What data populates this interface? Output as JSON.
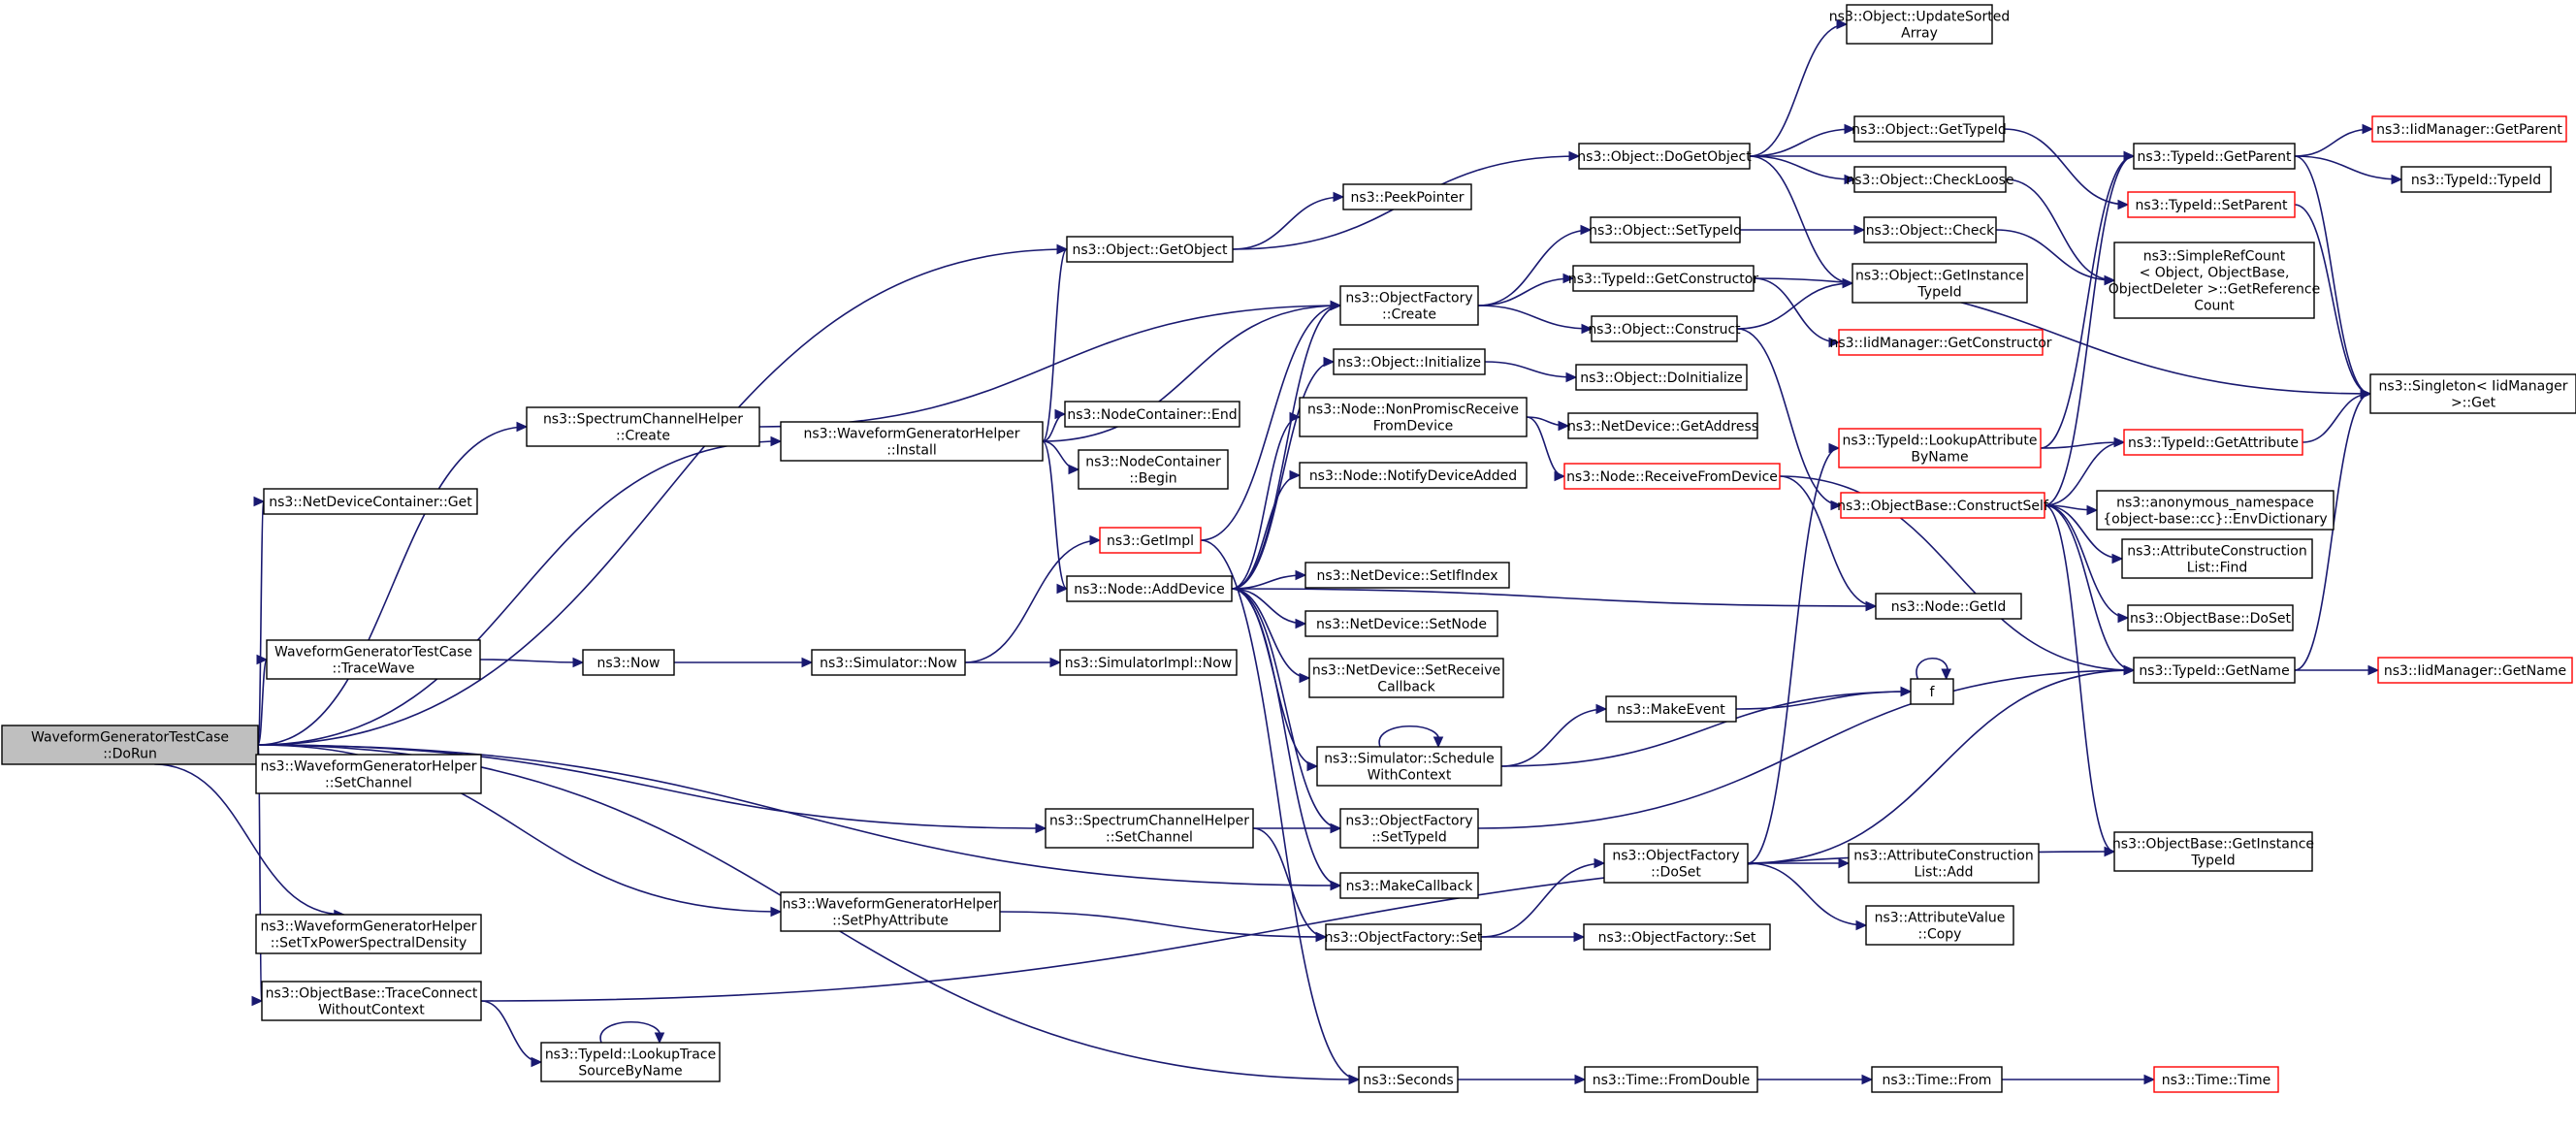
{
  "graph": {
    "colors": {
      "edge": "#191970",
      "node_border": "#000000",
      "incomplete_border": "#ff0000",
      "root_fill": "#bfbfbf"
    },
    "nodes": [
      {
        "id": "root",
        "lines": [
          "WaveformGeneratorTestCase",
          "::DoRun"
        ],
        "style": "root"
      },
      {
        "id": "ndc_get",
        "lines": [
          "ns3::NetDeviceContainer::Get"
        ]
      },
      {
        "id": "sch_create",
        "lines": [
          "ns3::SpectrumChannelHelper",
          "::Create"
        ]
      },
      {
        "id": "tracewave",
        "lines": [
          "WaveformGeneratorTestCase",
          "::TraceWave"
        ]
      },
      {
        "id": "wgh_setchannel",
        "lines": [
          "ns3::WaveformGeneratorHelper",
          "::SetChannel"
        ]
      },
      {
        "id": "wgh_settxpsd",
        "lines": [
          "ns3::WaveformGeneratorHelper",
          "::SetTxPowerSpectralDensity"
        ]
      },
      {
        "id": "ob_traceconnect",
        "lines": [
          "ns3::ObjectBase::TraceConnect",
          "WithoutContext"
        ]
      },
      {
        "id": "tid_lookuptrace",
        "lines": [
          "ns3::TypeId::LookupTrace",
          "SourceByName"
        ]
      },
      {
        "id": "wgh_install",
        "lines": [
          "ns3::WaveformGeneratorHelper",
          "::Install"
        ]
      },
      {
        "id": "now",
        "lines": [
          "ns3::Now"
        ]
      },
      {
        "id": "sim_now",
        "lines": [
          "ns3::Simulator::Now"
        ]
      },
      {
        "id": "simimpl_now",
        "lines": [
          "ns3::SimulatorImpl::Now"
        ]
      },
      {
        "id": "sch_setchannel",
        "lines": [
          "ns3::SpectrumChannelHelper",
          "::SetChannel"
        ]
      },
      {
        "id": "wgh_setphyattr",
        "lines": [
          "ns3::WaveformGeneratorHelper",
          "::SetPhyAttribute"
        ]
      },
      {
        "id": "obj_getobject",
        "lines": [
          "ns3::Object::GetObject"
        ]
      },
      {
        "id": "peekpointer",
        "lines": [
          "ns3::PeekPointer"
        ]
      },
      {
        "id": "nc_end",
        "lines": [
          "ns3::NodeContainer::End"
        ]
      },
      {
        "id": "nc_begin",
        "lines": [
          "ns3::NodeContainer",
          "::Begin"
        ]
      },
      {
        "id": "getimpl",
        "lines": [
          "ns3::GetImpl"
        ],
        "style": "red"
      },
      {
        "id": "node_adddevice",
        "lines": [
          "ns3::Node::AddDevice"
        ]
      },
      {
        "id": "of_create",
        "lines": [
          "ns3::ObjectFactory",
          "::Create"
        ]
      },
      {
        "id": "obj_initialize",
        "lines": [
          "ns3::Object::Initialize"
        ]
      },
      {
        "id": "node_nonpromisc",
        "lines": [
          "ns3::Node::NonPromiscReceive",
          "FromDevice"
        ]
      },
      {
        "id": "node_notifydevice",
        "lines": [
          "ns3::Node::NotifyDeviceAdded"
        ]
      },
      {
        "id": "nd_setifindex",
        "lines": [
          "ns3::NetDevice::SetIfIndex"
        ]
      },
      {
        "id": "nd_setnode",
        "lines": [
          "ns3::NetDevice::SetNode"
        ]
      },
      {
        "id": "nd_setreceivecb",
        "lines": [
          "ns3::NetDevice::SetReceive",
          "Callback"
        ]
      },
      {
        "id": "sim_schedule",
        "lines": [
          "ns3::Simulator::Schedule",
          "WithContext"
        ]
      },
      {
        "id": "of_settypeid",
        "lines": [
          "ns3::ObjectFactory",
          "::SetTypeId"
        ]
      },
      {
        "id": "makecallback",
        "lines": [
          "ns3::MakeCallback"
        ]
      },
      {
        "id": "of_set",
        "lines": [
          "ns3::ObjectFactory::Set"
        ]
      },
      {
        "id": "seconds",
        "lines": [
          "ns3::Seconds"
        ]
      },
      {
        "id": "obj_dogetobject",
        "lines": [
          "ns3::Object::DoGetObject"
        ]
      },
      {
        "id": "obj_settypeid",
        "lines": [
          "ns3::Object::SetTypeId"
        ]
      },
      {
        "id": "tid_getconstructor",
        "lines": [
          "ns3::TypeId::GetConstructor"
        ]
      },
      {
        "id": "obj_construct",
        "lines": [
          "ns3::Object::Construct"
        ]
      },
      {
        "id": "obj_doinitialize",
        "lines": [
          "ns3::Object::DoInitialize"
        ]
      },
      {
        "id": "nd_getaddress",
        "lines": [
          "ns3::NetDevice::GetAddress"
        ]
      },
      {
        "id": "node_receivefromdevice",
        "lines": [
          "ns3::Node::ReceiveFromDevice"
        ],
        "style": "red"
      },
      {
        "id": "makeevent",
        "lines": [
          "ns3::MakeEvent"
        ]
      },
      {
        "id": "of_doset",
        "lines": [
          "ns3::ObjectFactory",
          "::DoSet"
        ]
      },
      {
        "id": "of_set2",
        "lines": [
          "ns3::ObjectFactory::Set"
        ]
      },
      {
        "id": "time_fromdouble",
        "lines": [
          "ns3::Time::FromDouble"
        ]
      },
      {
        "id": "obj_updatesorted",
        "lines": [
          "ns3::Object::UpdateSorted",
          "Array"
        ]
      },
      {
        "id": "obj_gettypeid",
        "lines": [
          "ns3::Object::GetTypeId"
        ]
      },
      {
        "id": "obj_checkloose",
        "lines": [
          "ns3::Object::CheckLoose"
        ]
      },
      {
        "id": "obj_check",
        "lines": [
          "ns3::Object::Check"
        ]
      },
      {
        "id": "obj_getinstancetid",
        "lines": [
          "ns3::Object::GetInstance",
          "TypeId"
        ]
      },
      {
        "id": "iidm_getconstructor",
        "lines": [
          "ns3::IidManager::GetConstructor"
        ],
        "style": "red"
      },
      {
        "id": "tid_lookupattr",
        "lines": [
          "ns3::TypeId::LookupAttribute",
          "ByName"
        ],
        "style": "red"
      },
      {
        "id": "ob_constructself",
        "lines": [
          "ns3::ObjectBase::ConstructSelf"
        ],
        "style": "red"
      },
      {
        "id": "node_getid",
        "lines": [
          "ns3::Node::GetId"
        ]
      },
      {
        "id": "f",
        "lines": [
          "f"
        ]
      },
      {
        "id": "attrcons_add",
        "lines": [
          "ns3::AttributeConstruction",
          "List::Add"
        ]
      },
      {
        "id": "attrval_copy",
        "lines": [
          "ns3::AttributeValue",
          "::Copy"
        ]
      },
      {
        "id": "time_from",
        "lines": [
          "ns3::Time::From"
        ]
      },
      {
        "id": "time_time",
        "lines": [
          "ns3::Time::Time"
        ],
        "style": "red"
      },
      {
        "id": "tid_getparent",
        "lines": [
          "ns3::TypeId::GetParent"
        ]
      },
      {
        "id": "tid_setparent",
        "lines": [
          "ns3::TypeId::SetParent"
        ],
        "style": "red"
      },
      {
        "id": "simplerefcount",
        "lines": [
          "ns3::SimpleRefCount",
          "< Object, ObjectBase,",
          "ObjectDeleter >::GetReference",
          "Count"
        ]
      },
      {
        "id": "tid_getattribute",
        "lines": [
          "ns3::TypeId::GetAttribute"
        ],
        "style": "red"
      },
      {
        "id": "anon_envdict",
        "lines": [
          "ns3::anonymous_namespace",
          "{object-base::cc}::EnvDictionary"
        ]
      },
      {
        "id": "attrcons_find",
        "lines": [
          "ns3::AttributeConstruction",
          "List::Find"
        ]
      },
      {
        "id": "ob_doset",
        "lines": [
          "ns3::ObjectBase::DoSet"
        ]
      },
      {
        "id": "tid_getname",
        "lines": [
          "ns3::TypeId::GetName"
        ]
      },
      {
        "id": "ob_getinstancetid",
        "lines": [
          "ns3::ObjectBase::GetInstance",
          "TypeId"
        ]
      },
      {
        "id": "iidm_getparent",
        "lines": [
          "ns3::IidManager::GetParent"
        ],
        "style": "red"
      },
      {
        "id": "tid_typeid",
        "lines": [
          "ns3::TypeId::TypeId"
        ]
      },
      {
        "id": "singleton_get",
        "lines": [
          "ns3::Singleton< IidManager",
          ">::Get"
        ]
      },
      {
        "id": "iidm_getname",
        "lines": [
          "ns3::IidManager::GetName"
        ],
        "style": "red"
      }
    ],
    "edges": [
      [
        "root",
        "obj_getobject"
      ],
      [
        "root",
        "sch_create"
      ],
      [
        "root",
        "ndc_get"
      ],
      [
        "root",
        "wgh_install"
      ],
      [
        "root",
        "tracewave"
      ],
      [
        "root",
        "wgh_setchannel"
      ],
      [
        "root",
        "sch_setchannel"
      ],
      [
        "root",
        "wgh_settxpsd"
      ],
      [
        "root",
        "wgh_setphyattr"
      ],
      [
        "root",
        "ob_traceconnect"
      ],
      [
        "root",
        "seconds"
      ],
      [
        "root",
        "makecallback"
      ],
      [
        "sch_create",
        "of_create"
      ],
      [
        "tracewave",
        "now"
      ],
      [
        "now",
        "sim_now"
      ],
      [
        "sim_now",
        "simimpl_now"
      ],
      [
        "sim_now",
        "getimpl"
      ],
      [
        "ob_traceconnect",
        "tid_lookuptrace"
      ],
      [
        "tid_lookuptrace",
        "tid_lookuptrace"
      ],
      [
        "ob_traceconnect",
        "ob_getinstancetid"
      ],
      [
        "wgh_install",
        "obj_getobject"
      ],
      [
        "wgh_install",
        "of_create"
      ],
      [
        "wgh_install",
        "nc_end"
      ],
      [
        "wgh_install",
        "nc_begin"
      ],
      [
        "wgh_install",
        "node_adddevice"
      ],
      [
        "sch_setchannel",
        "of_settypeid"
      ],
      [
        "sch_setchannel",
        "of_set"
      ],
      [
        "wgh_setphyattr",
        "of_set"
      ],
      [
        "obj_getobject",
        "peekpointer"
      ],
      [
        "obj_getobject",
        "obj_dogetobject"
      ],
      [
        "getimpl",
        "of_create"
      ],
      [
        "getimpl",
        "seconds"
      ],
      [
        "node_adddevice",
        "obj_initialize"
      ],
      [
        "node_adddevice",
        "node_nonpromisc"
      ],
      [
        "node_adddevice",
        "node_notifydevice"
      ],
      [
        "node_adddevice",
        "nd_setifindex"
      ],
      [
        "node_adddevice",
        "nd_setnode"
      ],
      [
        "node_adddevice",
        "nd_setreceivecb"
      ],
      [
        "node_adddevice",
        "sim_schedule"
      ],
      [
        "node_adddevice",
        "makecallback"
      ],
      [
        "node_adddevice",
        "node_getid"
      ],
      [
        "node_adddevice",
        "of_create"
      ],
      [
        "node_adddevice",
        "of_settypeid"
      ],
      [
        "of_create",
        "obj_settypeid"
      ],
      [
        "of_create",
        "tid_getconstructor"
      ],
      [
        "of_create",
        "obj_construct"
      ],
      [
        "obj_initialize",
        "obj_doinitialize"
      ],
      [
        "node_nonpromisc",
        "nd_getaddress"
      ],
      [
        "node_nonpromisc",
        "node_receivefromdevice"
      ],
      [
        "sim_schedule",
        "sim_schedule"
      ],
      [
        "sim_schedule",
        "makeevent"
      ],
      [
        "sim_schedule",
        "f"
      ],
      [
        "of_settypeid",
        "tid_getname"
      ],
      [
        "of_set",
        "of_doset"
      ],
      [
        "of_set",
        "of_set2"
      ],
      [
        "seconds",
        "time_fromdouble"
      ],
      [
        "obj_dogetobject",
        "obj_updatesorted"
      ],
      [
        "obj_dogetobject",
        "tid_getparent"
      ],
      [
        "obj_dogetobject",
        "obj_gettypeid"
      ],
      [
        "obj_dogetobject",
        "obj_checkloose"
      ],
      [
        "obj_dogetobject",
        "obj_getinstancetid"
      ],
      [
        "obj_settypeid",
        "obj_check"
      ],
      [
        "tid_getconstructor",
        "iidm_getconstructor"
      ],
      [
        "tid_getconstructor",
        "singleton_get"
      ],
      [
        "obj_construct",
        "ob_constructself"
      ],
      [
        "obj_construct",
        "obj_getinstancetid"
      ],
      [
        "node_receivefromdevice",
        "node_getid"
      ],
      [
        "node_receivefromdevice",
        "tid_getname"
      ],
      [
        "makeevent",
        "f"
      ],
      [
        "f",
        "f"
      ],
      [
        "of_doset",
        "tid_lookupattr"
      ],
      [
        "of_doset",
        "attrcons_add"
      ],
      [
        "of_doset",
        "attrval_copy"
      ],
      [
        "of_doset",
        "tid_getname"
      ],
      [
        "time_fromdouble",
        "time_from"
      ],
      [
        "time_from",
        "time_time"
      ],
      [
        "obj_gettypeid",
        "tid_setparent"
      ],
      [
        "obj_checkloose",
        "simplerefcount"
      ],
      [
        "obj_check",
        "simplerefcount"
      ],
      [
        "tid_lookupattr",
        "tid_getparent"
      ],
      [
        "tid_lookupattr",
        "tid_getattribute"
      ],
      [
        "ob_constructself",
        "tid_getparent"
      ],
      [
        "ob_constructself",
        "tid_getattribute"
      ],
      [
        "ob_constructself",
        "anon_envdict"
      ],
      [
        "ob_constructself",
        "attrcons_find"
      ],
      [
        "ob_constructself",
        "ob_doset"
      ],
      [
        "ob_constructself",
        "tid_getname"
      ],
      [
        "ob_constructself",
        "ob_getinstancetid"
      ],
      [
        "tid_getparent",
        "iidm_getparent"
      ],
      [
        "tid_getparent",
        "tid_typeid"
      ],
      [
        "tid_getparent",
        "singleton_get"
      ],
      [
        "tid_setparent",
        "singleton_get"
      ],
      [
        "tid_getattribute",
        "singleton_get"
      ],
      [
        "tid_getname",
        "iidm_getname"
      ],
      [
        "tid_getname",
        "singleton_get"
      ]
    ]
  }
}
